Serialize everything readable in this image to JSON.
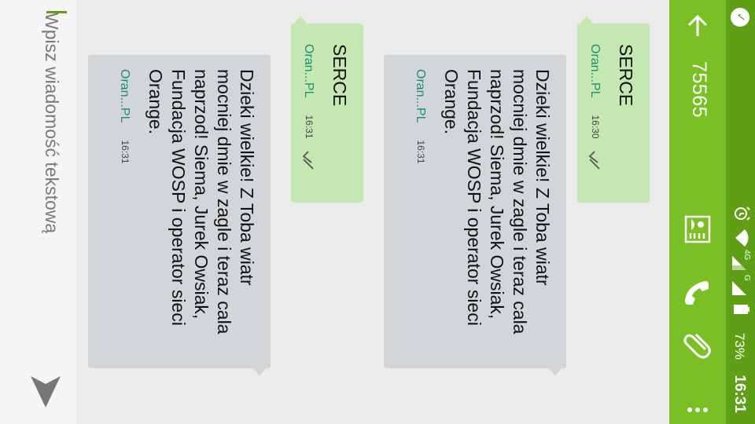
{
  "status_bar": {
    "time": "16:31",
    "battery": "73%",
    "network_1": "4G",
    "network_2": "G",
    "app_icon_glyph": "✓"
  },
  "toolbar": {
    "title": "75565",
    "icons": [
      "arrow-back-icon",
      "contact-card-icon",
      "phone-icon",
      "paperclip-icon",
      "overflow-menu-icon"
    ]
  },
  "messages": [
    {
      "direction": "out",
      "text": "SERCE",
      "sender": "Oran...PL",
      "time": "16:30",
      "status": "delivered"
    },
    {
      "direction": "in",
      "text": "Dzieki wielkie! Z Toba wiatr mocniej dmie w zagle i teraz cala naprzod! Siema, Jurek Owsiak, Fundacja WOSP i operator sieci Orange.",
      "sender": "Oran...PL",
      "time": "16:31"
    },
    {
      "direction": "out",
      "text": "SERCE",
      "sender": "Oran...PL",
      "time": "16:31",
      "status": "delivered"
    },
    {
      "direction": "in",
      "text": "Dzieki wielkie! Z Toba wiatr mocniej dmie w zagle i teraz cala naprzod! Siema, Jurek Owsiak, Fundacja WOSP i operator sieci Orange.",
      "sender": "Oran...PL",
      "time": "16:31"
    }
  ],
  "compose": {
    "placeholder": "Wpisz wiadomość tekstową",
    "value": ""
  },
  "colors": {
    "status_bar": "#5e9f16",
    "toolbar": "#7abf23",
    "incoming_bubble": "#d3d6d9",
    "outgoing_bubble": "#c5e8b2",
    "sender_text": "#1a8f6d"
  }
}
